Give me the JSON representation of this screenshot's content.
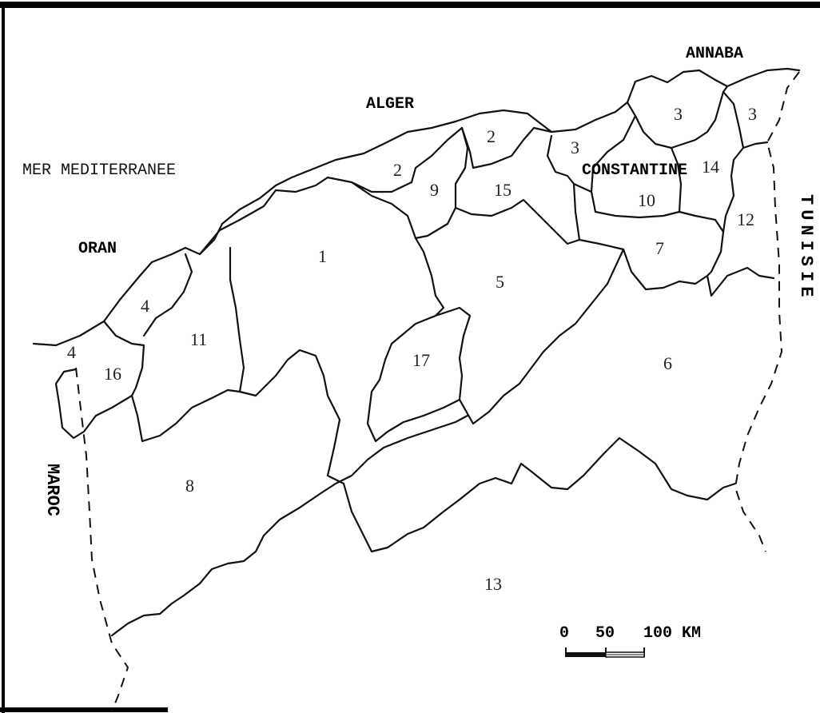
{
  "sea_label": "MER MEDITERRANEE",
  "cities": {
    "oran": "ORAN",
    "alger": "ALGER",
    "constantine": "CONSTANTINE",
    "annaba": "ANNABA"
  },
  "countries": {
    "maroc": "MAROC",
    "tunisie": "TUNISIE"
  },
  "zones": {
    "z1": "1",
    "z2a": "2",
    "z2b": "2",
    "z3a": "3",
    "z3b": "3",
    "z3c": "3",
    "z4a": "4",
    "z4b": "4",
    "z5": "5",
    "z6": "6",
    "z7": "7",
    "z8": "8",
    "z9": "9",
    "z10": "10",
    "z11": "11",
    "z12": "12",
    "z13": "13",
    "z14": "14",
    "z15": "15",
    "z16": "16",
    "z17": "17"
  },
  "scale": {
    "t0": "0",
    "t50": "50",
    "t100": "100 KM"
  }
}
